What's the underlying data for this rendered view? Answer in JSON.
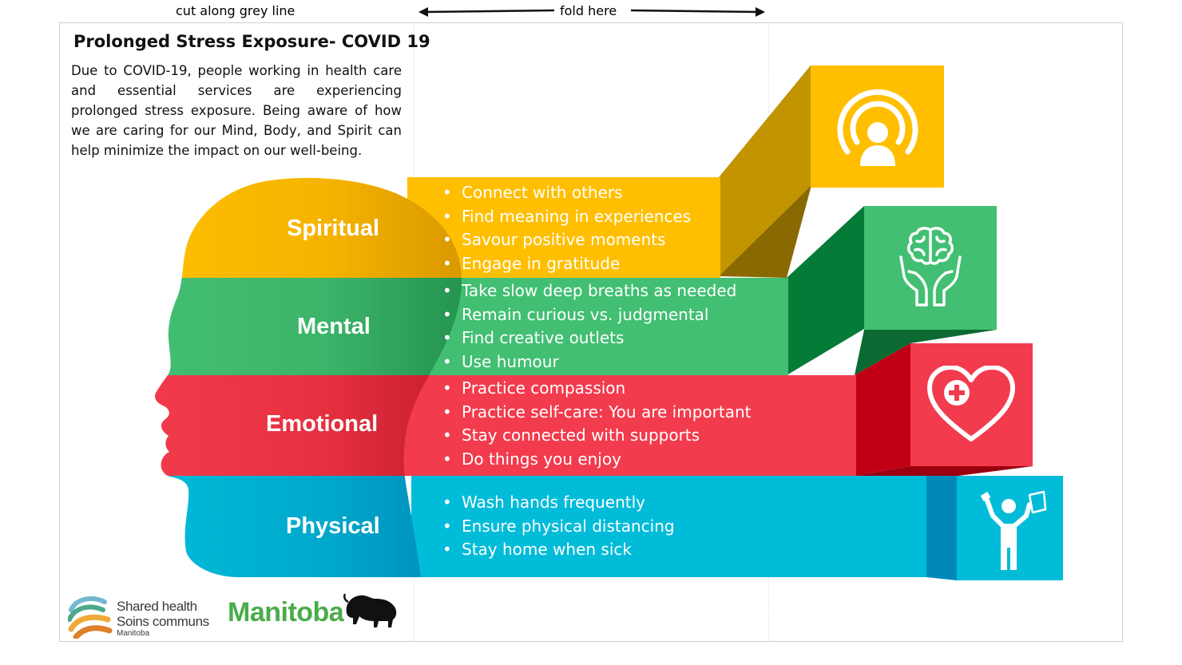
{
  "header": {
    "cut_note": "cut along grey line",
    "fold_note": "fold here"
  },
  "title": "Prolonged Stress Exposure- COVID 19",
  "intro": "Due to COVID-19, people working in health care and essential services are experiencing prolonged stress exposure. Being aware of how we are caring for our Mind, Body, and Spirit can help minimize the impact on our well-being.",
  "sections": [
    {
      "label": "Spiritual",
      "color": "#ffbf00",
      "icon": "person-broadcast-icon",
      "items": [
        "Connect with others",
        "Find meaning in experiences",
        "Savour positive moments",
        "Engage in gratitude"
      ]
    },
    {
      "label": "Mental",
      "color": "#42bf72",
      "icon": "brain-in-hands-icon",
      "items": [
        "Take slow deep breaths as needed",
        "Remain curious vs. judgmental",
        "Find creative outlets",
        "Use humour"
      ]
    },
    {
      "label": "Emotional",
      "color": "#f23b4d",
      "icon": "heart-plus-icon",
      "items": [
        "Practice compassion",
        "Practice self-care: You are important",
        "Stay connected with supports",
        "Do things you enjoy"
      ]
    },
    {
      "label": "Physical",
      "color": "#00bcd9",
      "icon": "person-exercise-icon",
      "items": [
        "Wash hands frequently",
        "Ensure physical distancing",
        "Stay home when sick"
      ]
    }
  ],
  "logos": {
    "shared_health_line1": "Shared health",
    "shared_health_line2": "Soins communs",
    "shared_health_line3": "Manitoba",
    "manitoba_word": "Manitoba"
  }
}
